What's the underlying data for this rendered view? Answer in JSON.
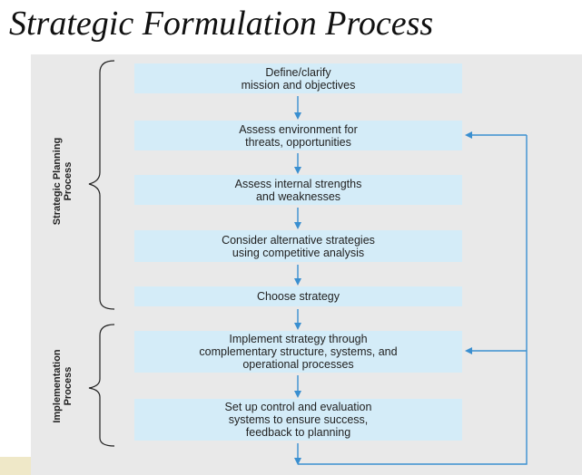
{
  "title": "Strategic Formulation Process",
  "groups": [
    {
      "label": "Strategic Planning\nProcess"
    },
    {
      "label": "Implementation\nProcess"
    }
  ],
  "steps": [
    {
      "text": "Define/clarify\nmission and objectives"
    },
    {
      "text": "Assess environment for\nthreats, opportunities"
    },
    {
      "text": "Assess internal strengths\nand weaknesses"
    },
    {
      "text": "Consider alternative strategies\nusing competitive analysis"
    },
    {
      "text": "Choose strategy"
    },
    {
      "text": "Implement strategy through\ncomplementary structure, systems, and\noperational processes"
    },
    {
      "text": "Set up control and evaluation\nsystems to ensure success,\nfeedback to planning"
    }
  ],
  "colors": {
    "box_fill": "#d4ecf8",
    "arrow": "#3a8fd0",
    "panel": "#e9e9e9"
  }
}
